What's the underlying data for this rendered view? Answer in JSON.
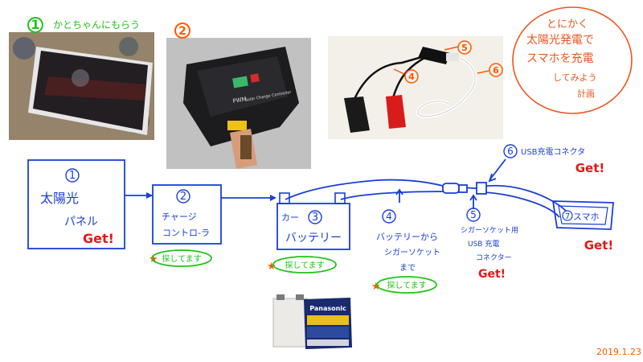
{
  "photos": [
    {
      "num": "1",
      "caption": "かとちゃんにもらう"
    },
    {
      "num": "2",
      "caption": "",
      "controller_brand": "PWM",
      "controller_text": "Solar Charge Controller"
    },
    {
      "num_connector": "5",
      "num_cable": "6",
      "num_clips": "4"
    }
  ],
  "plan_note": {
    "lines": [
      "とにかく",
      "太陽光発電で",
      "スマホを充電",
      "してみよう",
      "計画"
    ]
  },
  "boxes": [
    {
      "num": "1",
      "line1": "太陽光",
      "line2": "パネル",
      "status": "Get!"
    },
    {
      "num": "2",
      "line1": "チャージ",
      "line2": "コントロ-ラ",
      "status": "探してます"
    },
    {
      "num": "3",
      "line1": "カー",
      "line2": "バッテリー",
      "status": "探してます"
    }
  ],
  "cable_label": {
    "num": "4",
    "lines": [
      "バッテリーから",
      "シガーソケット",
      "まで"
    ],
    "status": "探してます"
  },
  "connector_label": {
    "num": "5",
    "lines": [
      "シガーソケット用",
      "USB 充電",
      "コネクター"
    ],
    "status": "Get!"
  },
  "usb_cable_label": {
    "num": "6",
    "text": "USB充電コネクタ",
    "status": "Get!"
  },
  "phone": {
    "num": "7",
    "label": "スマホ",
    "status": "Get!"
  },
  "battery_photo": {
    "brand": "Panasonic"
  },
  "date": "2019.1.23",
  "colors": {
    "ink": "#1a3fd6",
    "green": "#22c31c",
    "red": "#e01818",
    "orange": "#ff5a00",
    "note": "#e8571f"
  }
}
